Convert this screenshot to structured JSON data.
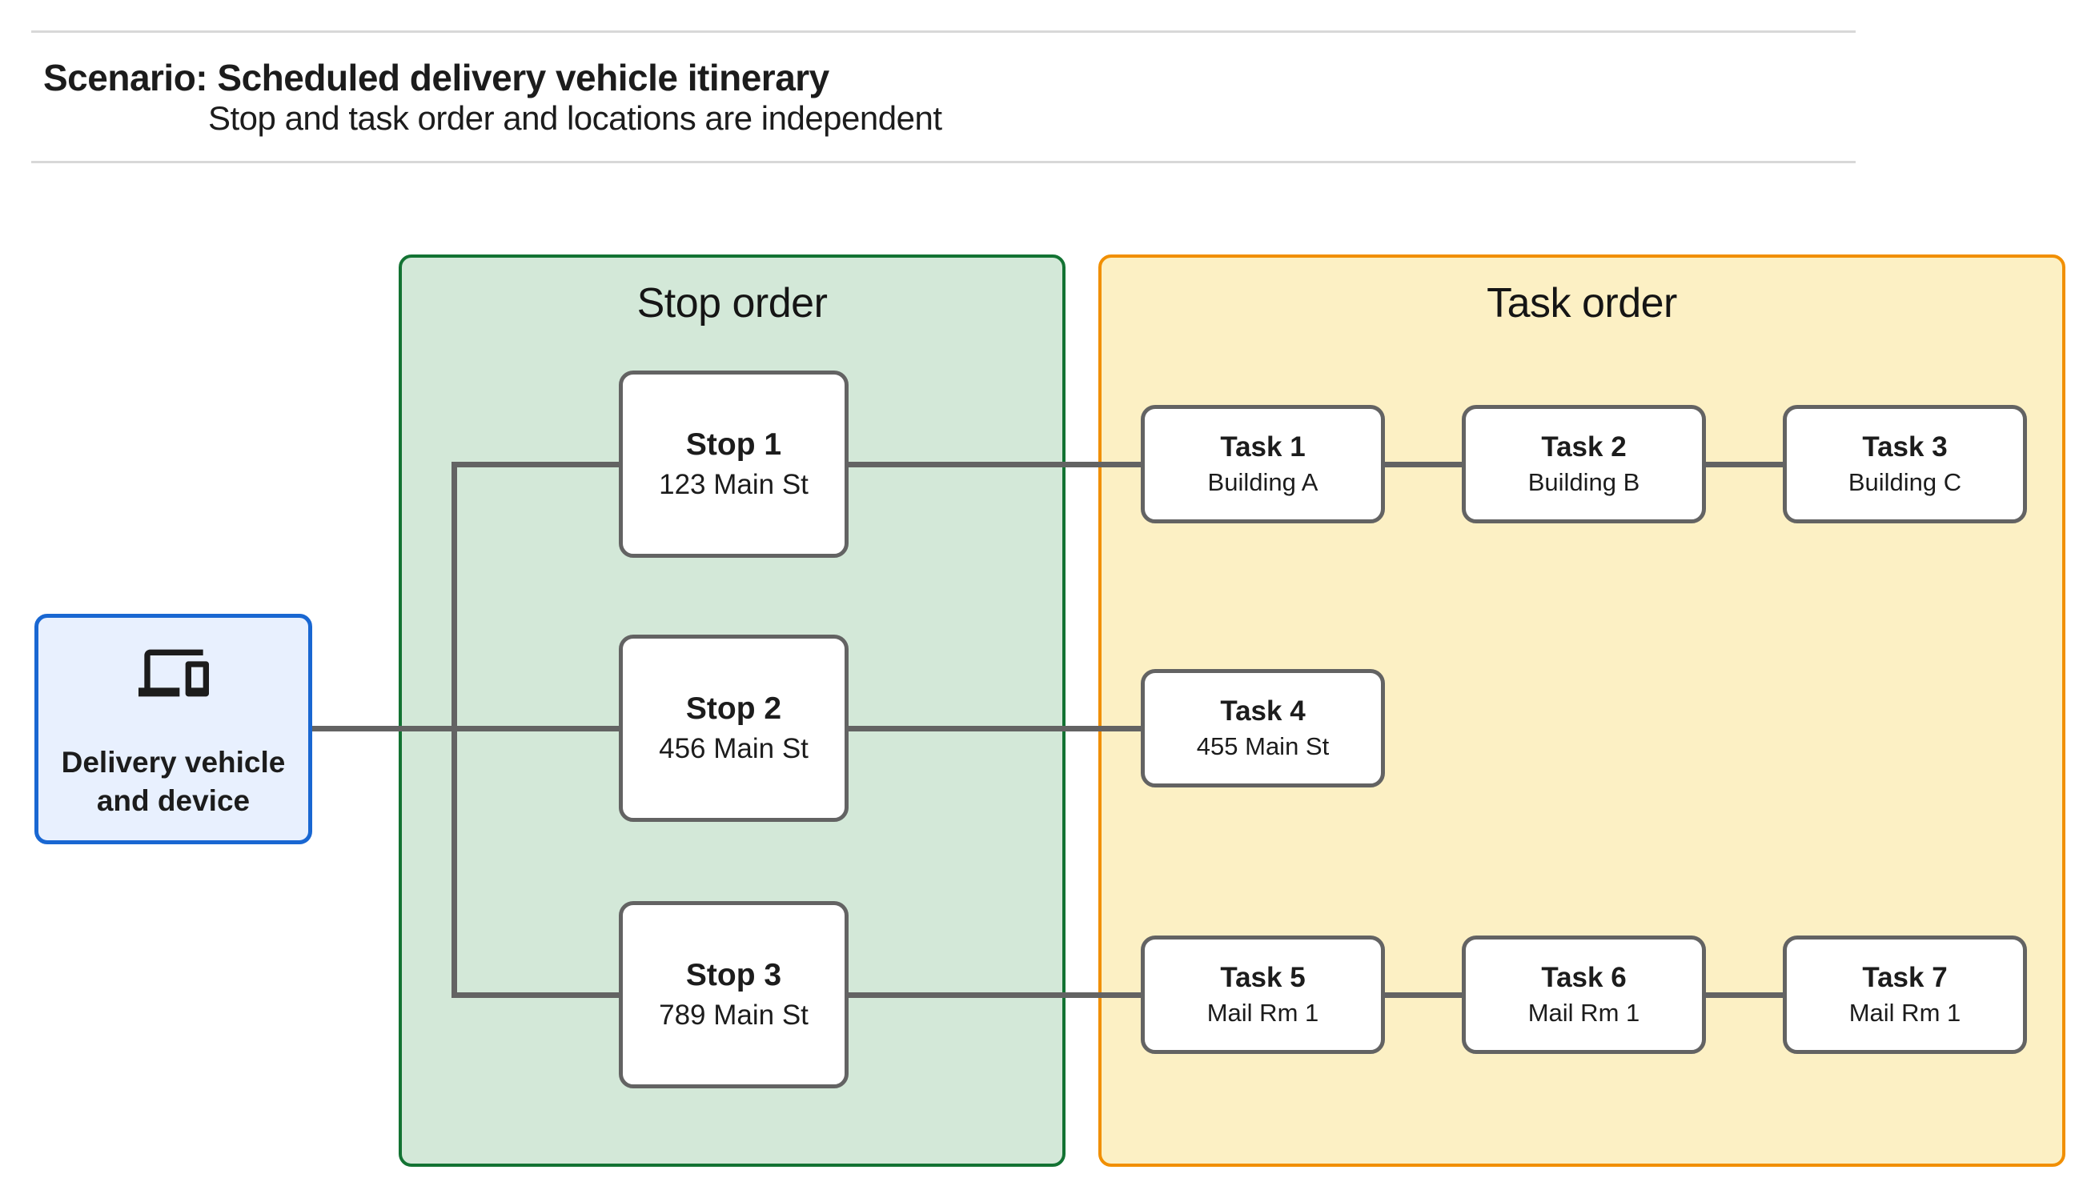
{
  "header": {
    "title": "Scenario: Scheduled delivery vehicle itinerary",
    "subtitle": "Stop and task order and locations are independent"
  },
  "vehicle": {
    "icon": "devices-icon",
    "label_line1": "Delivery vehicle",
    "label_line2": "and device"
  },
  "stop_group": {
    "label": "Stop order"
  },
  "task_group": {
    "label": "Task order"
  },
  "stops": [
    {
      "title": "Stop 1",
      "address": "123 Main St"
    },
    {
      "title": "Stop 2",
      "address": "456 Main St"
    },
    {
      "title": "Stop 3",
      "address": "789 Main St"
    }
  ],
  "tasks": [
    {
      "title": "Task 1",
      "detail": "Building A"
    },
    {
      "title": "Task 2",
      "detail": "Building B"
    },
    {
      "title": "Task 3",
      "detail": "Building C"
    },
    {
      "title": "Task 4",
      "detail": "455 Main St"
    },
    {
      "title": "Task 5",
      "detail": "Mail Rm 1"
    },
    {
      "title": "Task 6",
      "detail": "Mail Rm 1"
    },
    {
      "title": "Task 7",
      "detail": "Mail Rm 1"
    }
  ],
  "colors": {
    "stop_group_fill": "#d3e8d8",
    "stop_group_border": "#137333",
    "task_group_fill": "#fcf0c4",
    "task_group_border": "#f18f00",
    "vehicle_fill": "#e8f0fe",
    "vehicle_border": "#1967d2",
    "node_border": "#636363",
    "connector": "#636363",
    "rule": "#d8d8d8",
    "text": "#1c1c1c"
  }
}
